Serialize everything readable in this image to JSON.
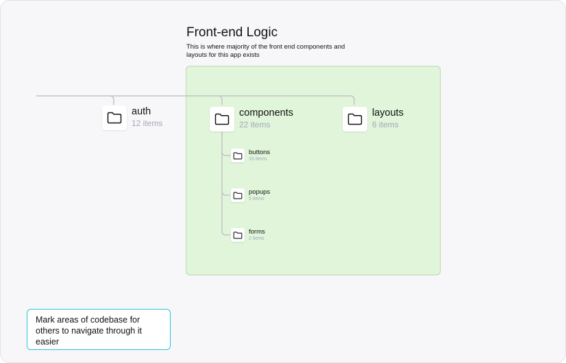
{
  "region": {
    "title": "Front-end Logic",
    "description": "This is where majority of the front end components and layouts for this app exists"
  },
  "folders": {
    "auth": {
      "name": "auth",
      "count": "12 items"
    },
    "components": {
      "name": "components",
      "count": "22 items"
    },
    "layouts": {
      "name": "layouts",
      "count": "6 items"
    },
    "buttons": {
      "name": "buttons",
      "count": "15 items"
    },
    "popups": {
      "name": "popups",
      "count": "5 items"
    },
    "forms": {
      "name": "forms",
      "count": "2 items"
    }
  },
  "note": {
    "text": "Mark areas of codebase for others to navigate through it easier"
  },
  "colors": {
    "region_fill": "#e0f5da",
    "region_border": "#b9d9b1",
    "note_border": "#1fc7d4",
    "connector": "#c4c4c4",
    "muted_text": "#a3a8b8"
  },
  "icons": {
    "folder": "folder-icon"
  }
}
